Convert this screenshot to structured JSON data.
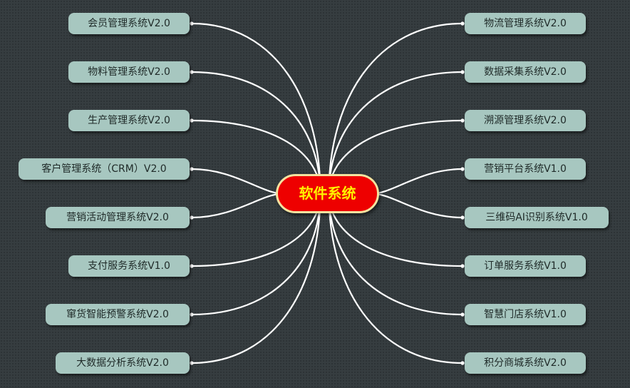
{
  "center": {
    "label": "软件系统"
  },
  "left_nodes": [
    {
      "label": "会员管理系统V2.0"
    },
    {
      "label": "物料管理系统V2.0"
    },
    {
      "label": "生产管理系统V2.0"
    },
    {
      "label": "客户管理系统（CRM）V2.0"
    },
    {
      "label": "营销活动管理系统V2.0"
    },
    {
      "label": "支付服务系统V1.0"
    },
    {
      "label": "窜货智能预警系统V2.0"
    },
    {
      "label": "大数据分析系统V2.0"
    }
  ],
  "right_nodes": [
    {
      "label": "物流管理系统V2.0"
    },
    {
      "label": "数据采集系统V2.0"
    },
    {
      "label": "溯源管理系统V2.0"
    },
    {
      "label": "营销平台系统V1.0"
    },
    {
      "label": "三维码AI识别系统V1.0"
    },
    {
      "label": "订单服务系统V1.0"
    },
    {
      "label": "智慧门店系统V1.0"
    },
    {
      "label": "积分商城系统V2.0"
    }
  ],
  "colors": {
    "background": "#363d40",
    "node_fill": "#a7c7c0",
    "center_fill": "#ee0000",
    "center_border": "#f3e3a0",
    "center_text": "#fff200",
    "link_line": "#ffffff"
  }
}
